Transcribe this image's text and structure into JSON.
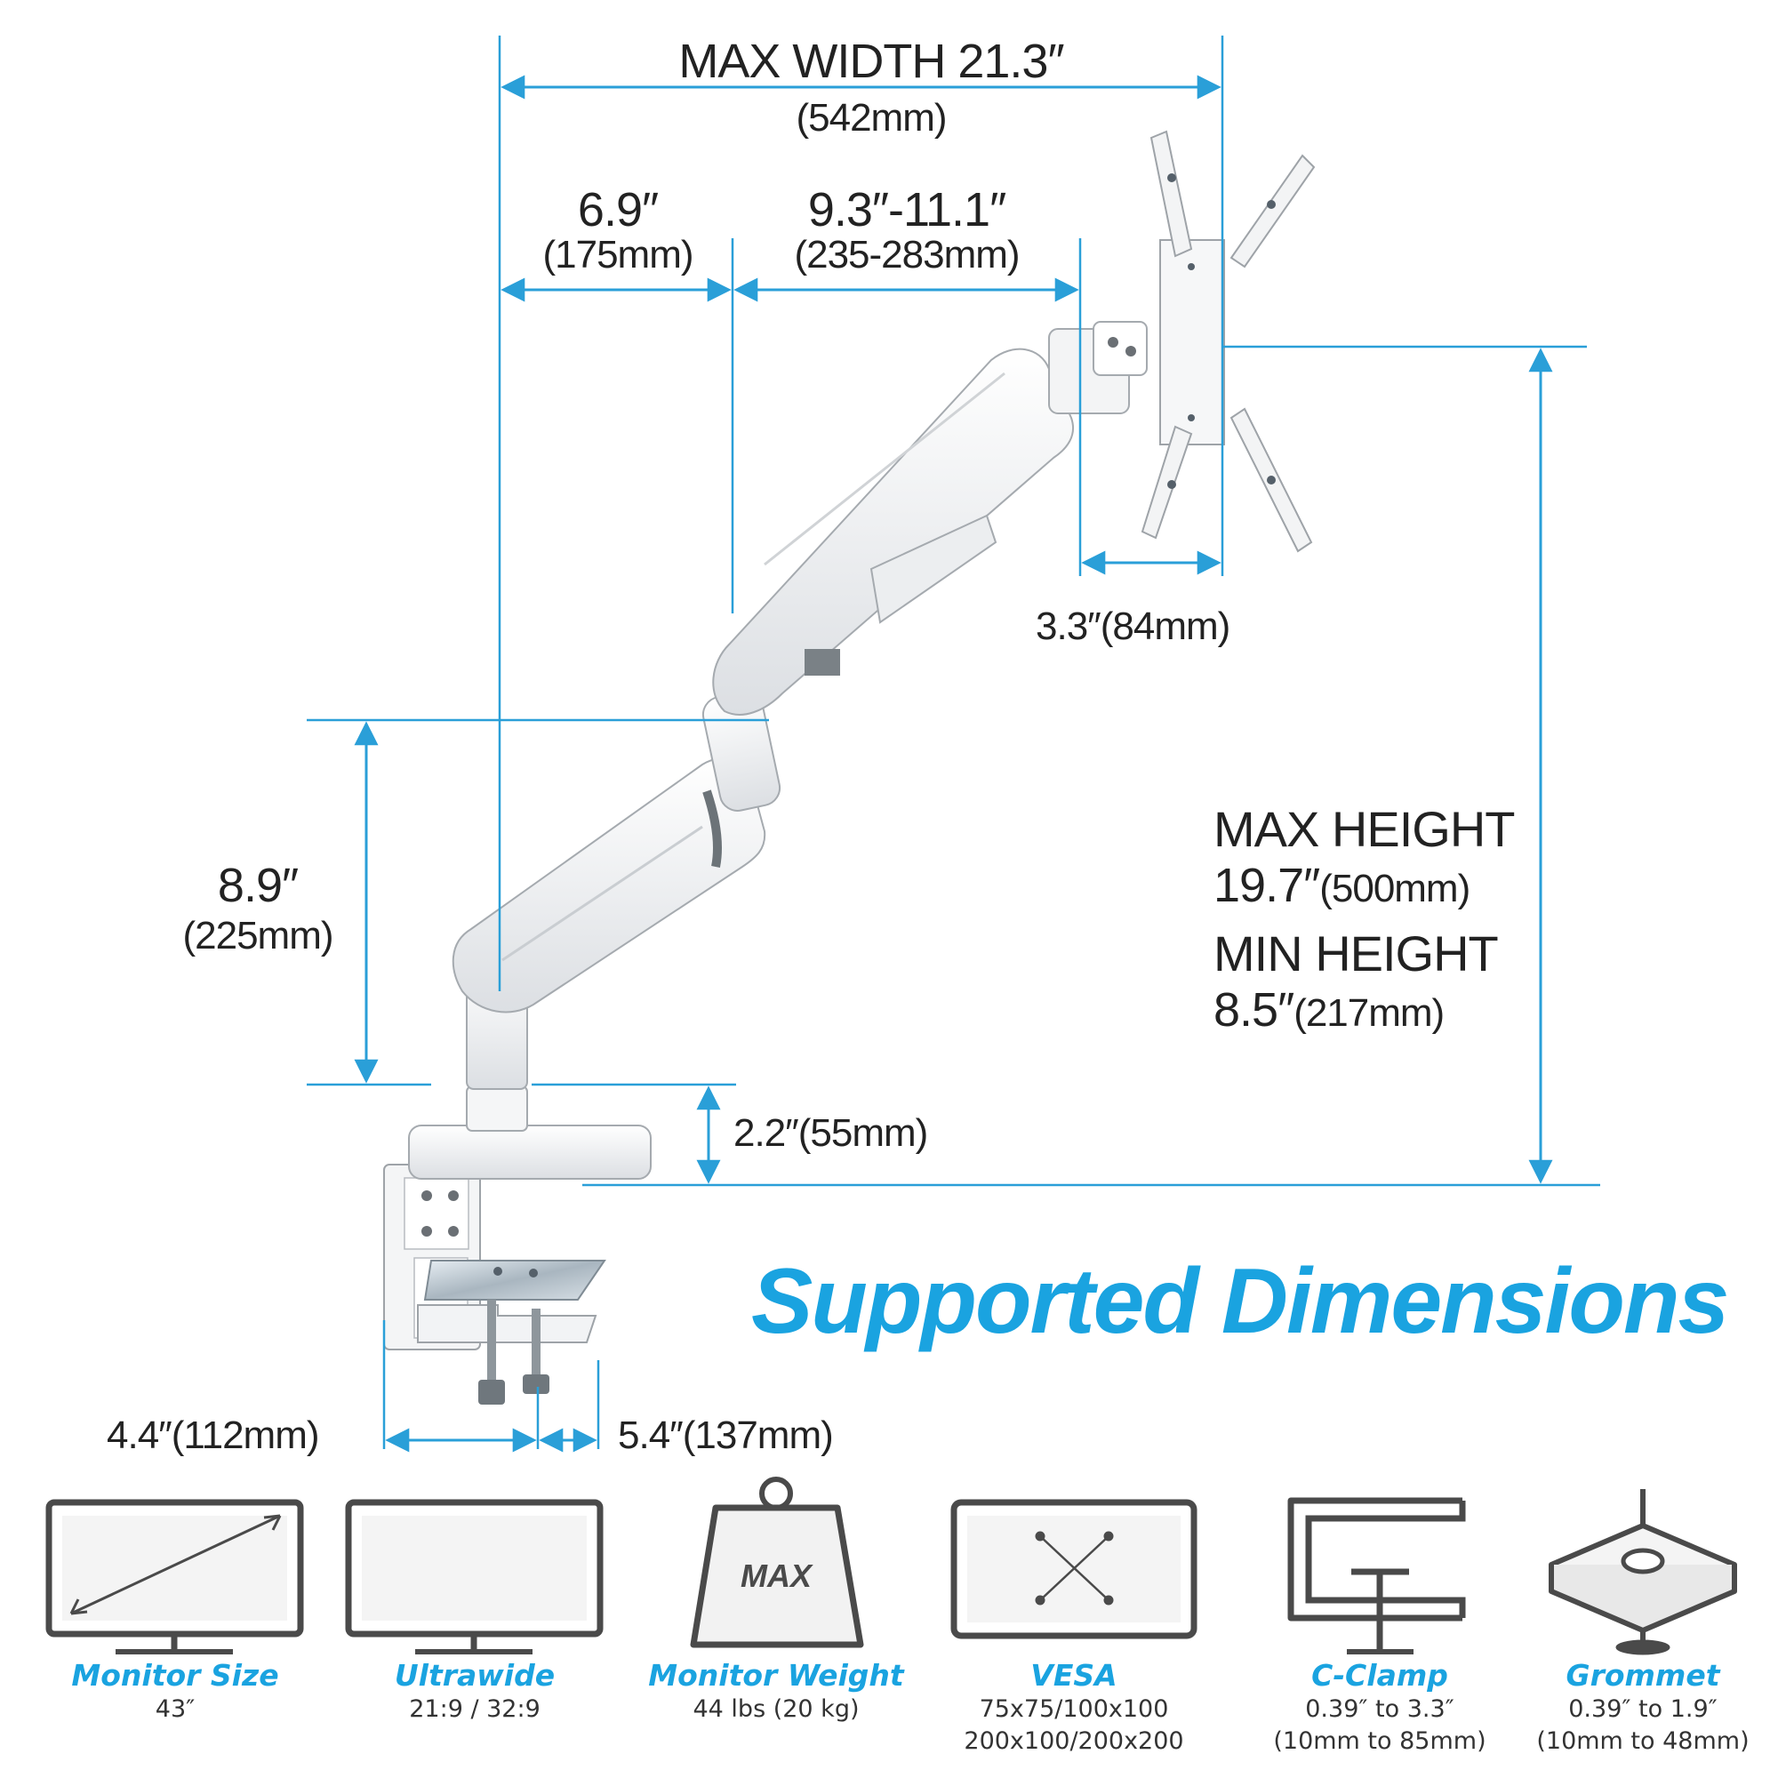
{
  "title": "Supported Dimensions",
  "dimensions": {
    "max_width": "MAX WIDTH 21.3″",
    "max_width_mm": "(542mm)",
    "first_arm": "6.9″",
    "first_arm_mm": "(175mm)",
    "second_arm": "9.3″-11.1″",
    "second_arm_mm": "(235-283mm)",
    "vesa_plate": "3.3″(84mm)",
    "pole_height": "8.9″",
    "pole_height_mm": "(225mm)",
    "max_height_label": "MAX HEIGHT",
    "max_height_value": "19.7″",
    "max_height_mm": "(500mm)",
    "min_height_label": "MIN HEIGHT",
    "min_height_value": "8.5″",
    "min_height_mm": "(217mm)",
    "base_height": "2.2″(55mm)",
    "clamp_width": "4.4″(112mm)",
    "clamp_depth": "5.4″(137mm)"
  },
  "features": [
    {
      "title": "Monitor Size",
      "lines": [
        "43″"
      ],
      "icon": "monitor-diagonal-icon"
    },
    {
      "title": "Ultrawide",
      "lines": [
        "21:9 / 32:9"
      ],
      "icon": "ultrawide-monitor-icon"
    },
    {
      "title": "Monitor Weight",
      "lines": [
        "44 lbs (20 kg)"
      ],
      "icon": "weight-icon",
      "icon_text": "MAX"
    },
    {
      "title": "VESA",
      "lines": [
        "75x75/100x100",
        "200x100/200x200"
      ],
      "icon": "vesa-icon"
    },
    {
      "title": "C-Clamp",
      "lines": [
        "0.39″ to 3.3″",
        "(10mm to 85mm)"
      ],
      "icon": "c-clamp-icon"
    },
    {
      "title": "Grommet",
      "lines": [
        "0.39″ to 1.9″",
        "(10mm to 48mm)"
      ],
      "icon": "grommet-icon"
    }
  ],
  "colors": {
    "accent": "#1aa3e0",
    "dimension_line": "#2a9fd8",
    "text": "#222222",
    "icon": "#4a4a4a"
  }
}
